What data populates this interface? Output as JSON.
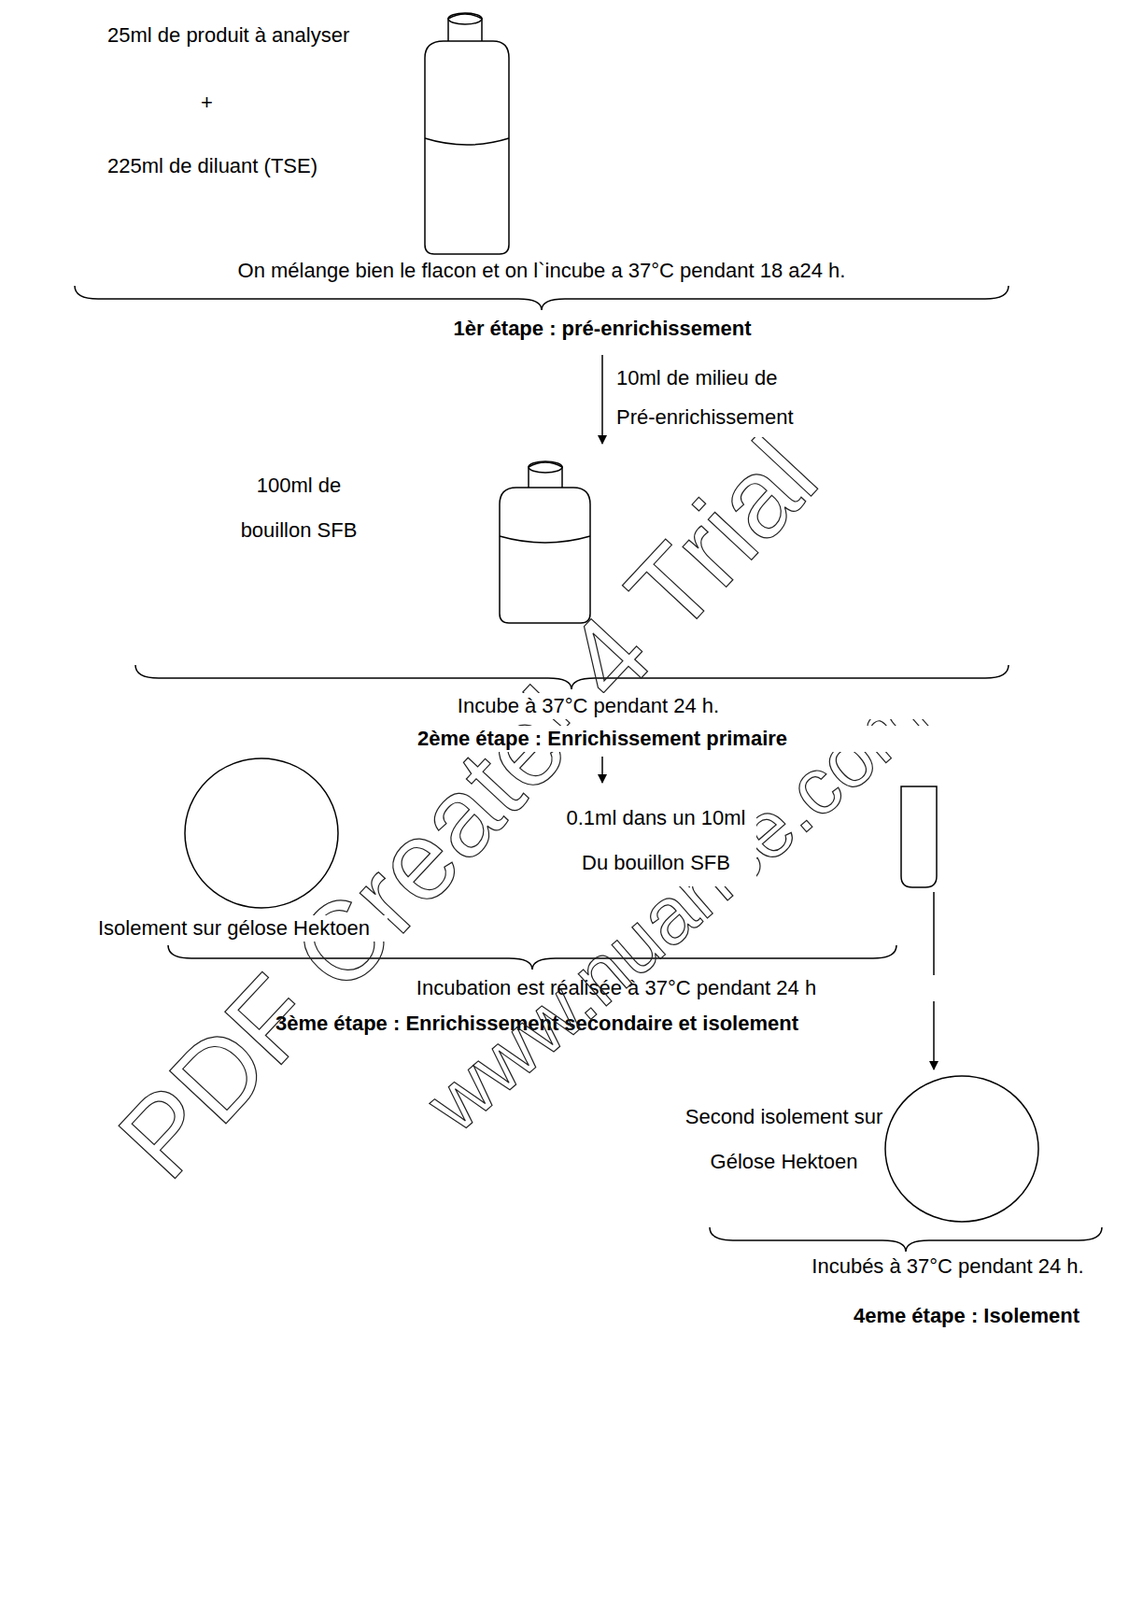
{
  "diagram": {
    "nodes": [
      {
        "text": [
          "25ml de produit à analyser",
          "+",
          "225ml de diluant (TSE)",
          "On mélange bien le flacon et on l`incube a 37°C pendant 18 a24 h.",
          "1èr étape : pré-enrichissement"
        ]
      },
      {
        "text": [
          "100ml de bouillon SFB",
          "Incube à 37°C pendant 24 h.",
          "2ème étape : Enrichissement primaire"
        ]
      },
      {
        "text": [
          "Isolement sur gélose Hektoen"
        ]
      },
      {
        "text": [
          "0.1ml dans un 10ml Du bouillon SFB"
        ]
      },
      {
        "text": [
          "Second isolement sur Gélose Hektoen",
          "Incubés à 37°C pendant 24 h.",
          "4eme étape : Isolement"
        ]
      }
    ],
    "edges": [
      {
        "from": 0,
        "to": 1,
        "label": "10ml de milieu de Pré-enrichissement",
        "arrow": "to"
      },
      {
        "from": 1,
        "to": 3,
        "arrow": "to"
      },
      {
        "from": 3,
        "to": 4,
        "arrow": "to"
      }
    ],
    "labels": [
      "Incubation est réalisée à 37°C pendant 24 h",
      "3ème étape : Enrichissement secondaire et isolement",
      "PDF Create! 4 Trial",
      "www.nuance.com"
    ]
  }
}
